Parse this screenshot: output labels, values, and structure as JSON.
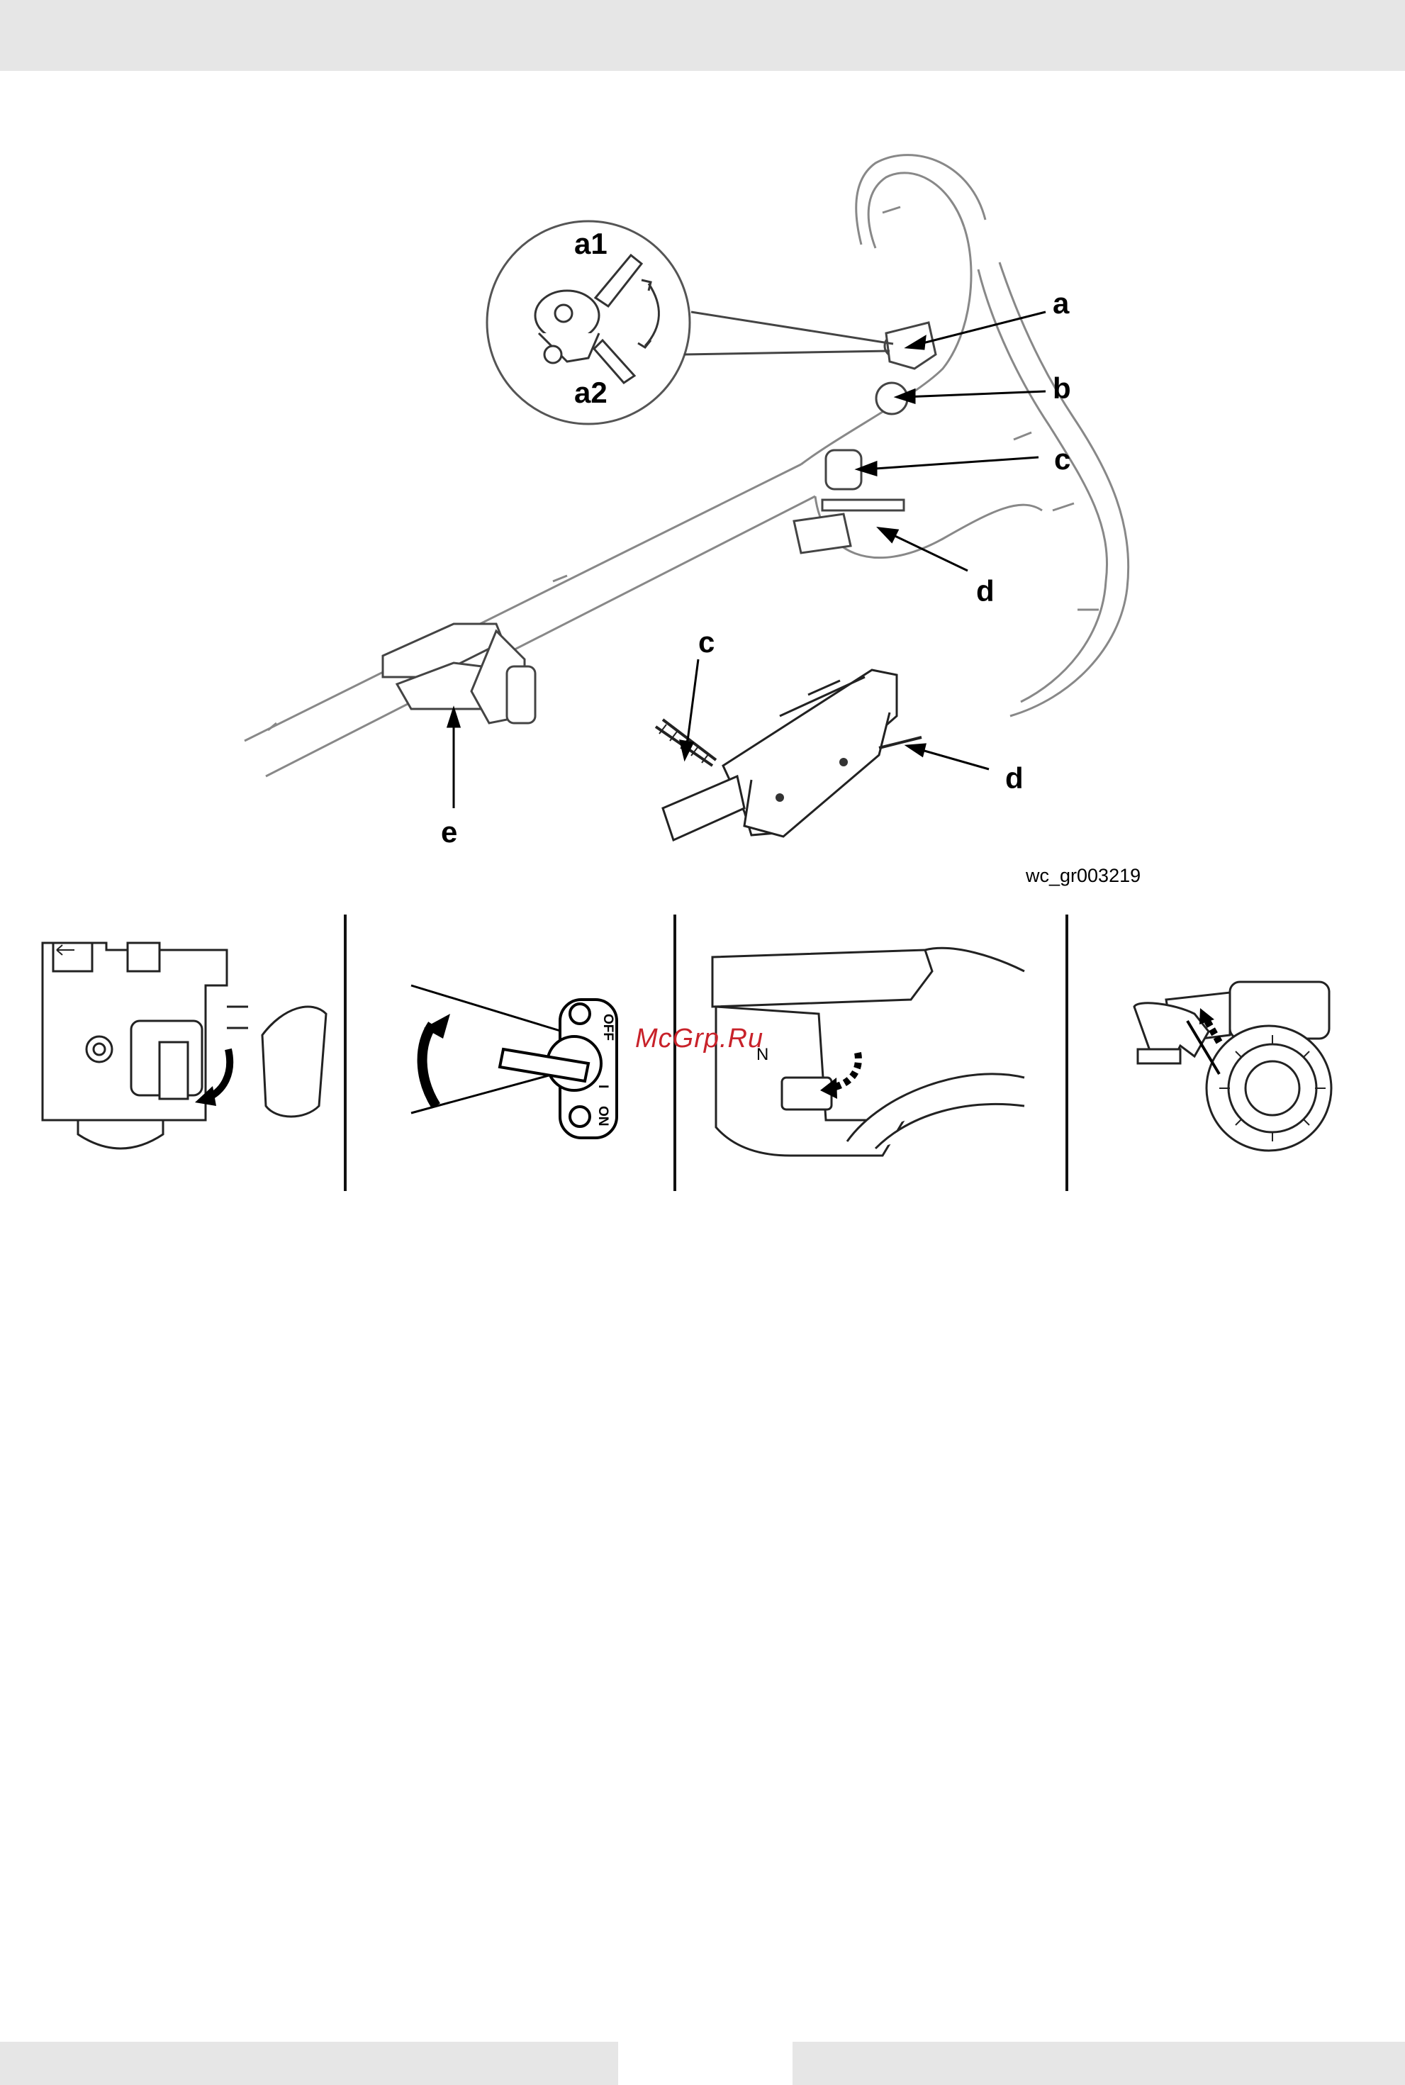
{
  "figure": {
    "callouts": {
      "a": "a",
      "a1": "a1",
      "a2": "a2",
      "b": "b",
      "c": "c",
      "c2": "c",
      "d": "d",
      "d2": "d",
      "e": "e"
    },
    "reference": "wc_gr003219"
  },
  "panels": {
    "fuel_valve": {
      "off_label": "OFF",
      "on_label": "ON",
      "off_symbol": "O",
      "on_symbol": "I"
    },
    "throttle": {
      "n_label": "N"
    },
    "watermark": "McGrp.Ru"
  }
}
